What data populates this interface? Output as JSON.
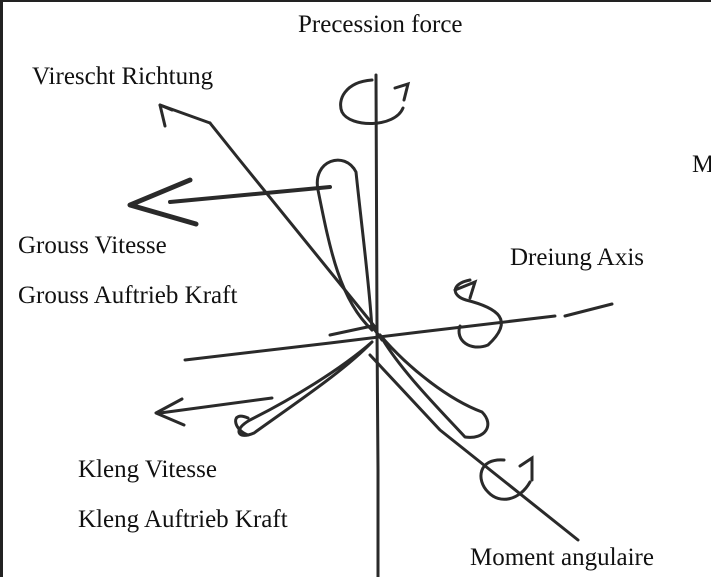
{
  "labels": {
    "precession_force": "Precession force",
    "virescht_richtung": "Virescht Richtung",
    "grouss_vitesse": "Grouss Vitesse",
    "grouss_auftrieb": "Grouss Auftrieb Kraft",
    "dreiung_axis": "Dreiung Axis",
    "kleng_vitesse": "Kleng Vitesse",
    "kleng_auftrieb": "Kleng Auftrieb Kraft",
    "moment_angulaire": "Moment angulaire",
    "cut_off_right": "M"
  },
  "colors": {
    "ink": "#2a2a2a",
    "background": "#ffffff"
  },
  "icons": {
    "rotation_top": "curved-rotation-arrow-icon",
    "rotation_right": "curved-rotation-arrow-icon",
    "rotation_bottom": "curved-rotation-arrow-icon"
  }
}
